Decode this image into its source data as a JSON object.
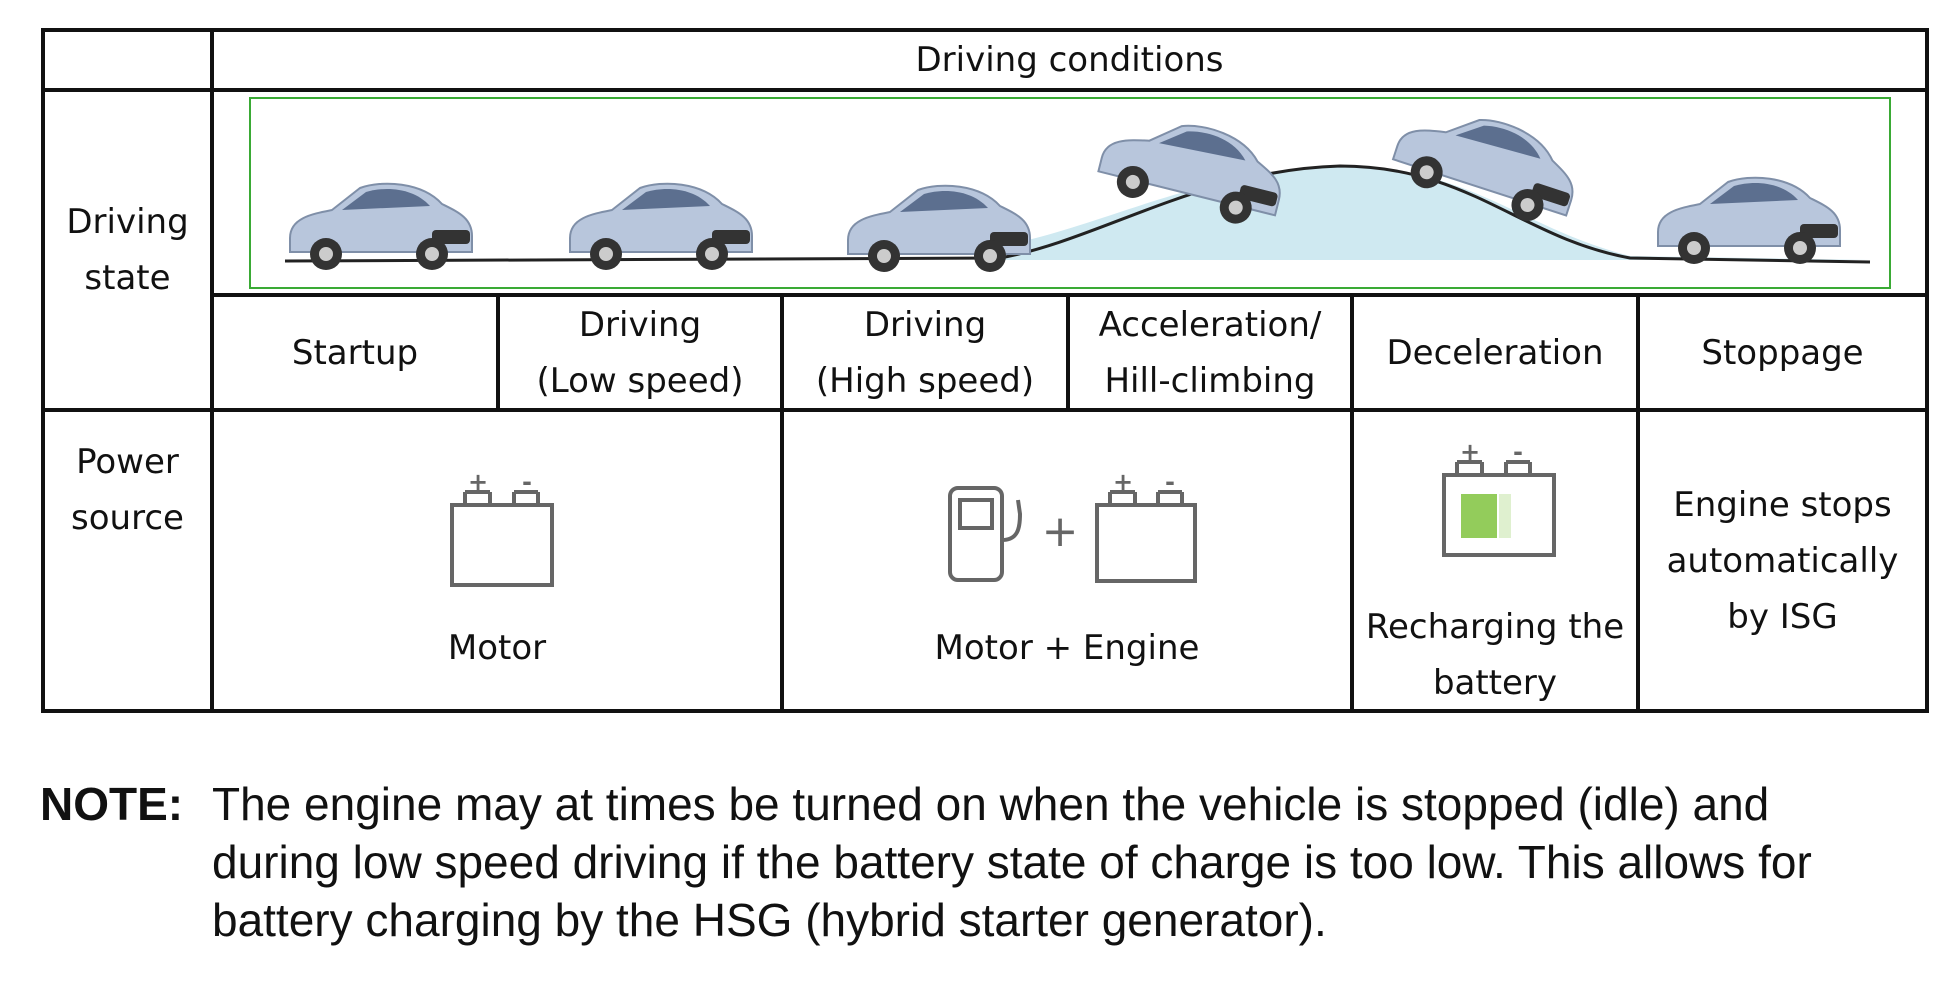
{
  "header": {
    "driving_conditions": "Driving conditions"
  },
  "row_labels": {
    "driving_state": [
      "Driving",
      "state"
    ],
    "power_source": [
      "Power",
      "source"
    ]
  },
  "conditions": [
    {
      "lines": [
        "Startup"
      ]
    },
    {
      "lines": [
        "Driving",
        "(Low speed)"
      ]
    },
    {
      "lines": [
        "Driving",
        "(High speed)"
      ]
    },
    {
      "lines": [
        "Acceleration/",
        "Hill-climbing"
      ]
    },
    {
      "lines": [
        "Deceleration"
      ]
    },
    {
      "lines": [
        "Stoppage"
      ]
    }
  ],
  "power_sources": {
    "motor": "Motor",
    "motor_engine": "Motor + Engine",
    "plus_sign": "+",
    "recharging": [
      "Recharging the",
      "battery"
    ],
    "stoppage": [
      "Engine stops",
      "automatically",
      "by ISG"
    ]
  },
  "battery_terminals": {
    "plus": "+",
    "minus": "-"
  },
  "note": {
    "label": "NOTE:",
    "lines": [
      "The engine may at times be turned on when the vehicle is stopped (idle) and",
      "during low speed driving if the battery state of charge is too low.  This allows for",
      "battery charging by the HSG (hybrid starter generator)."
    ]
  },
  "colors": {
    "illustration_border": "#3aaa35",
    "hill_fill": "#cfe9f1",
    "car_body": "#b8c6dc",
    "battery_charge": "#93cc5b",
    "icon_gray": "#666666"
  },
  "icons": [
    "car-icon",
    "battery-icon",
    "fuel-pump-icon",
    "charging-battery-icon"
  ]
}
